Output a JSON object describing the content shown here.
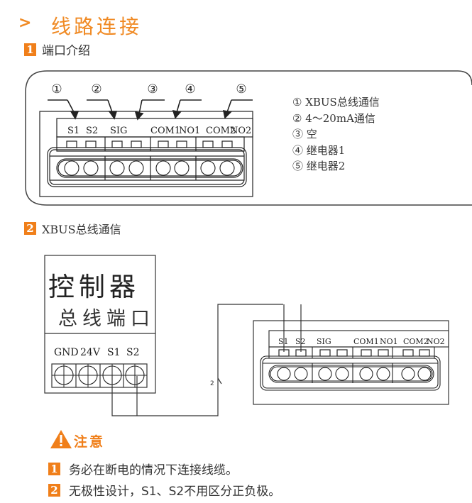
{
  "header": {
    "arrow_icon": "chevron-right-icon",
    "title": "线路连接"
  },
  "section1": {
    "number": "1",
    "title": "端口介绍",
    "callouts": [
      "①",
      "②",
      "③",
      "④",
      "⑤"
    ],
    "terminal_labels": [
      "S1",
      "S2",
      "SIG",
      "COM1",
      "NO1",
      "COM2",
      "NO2"
    ],
    "legend": [
      "① XBUS总线通信",
      "② 4～20mA通信",
      "③ 空",
      "④ 继电器1",
      "⑤ 继电器2"
    ]
  },
  "section2": {
    "number": "2",
    "title": "XBUS总线通信",
    "controller": {
      "line1": "控制器",
      "line2": "总线端口",
      "terminals": [
        "GND",
        "24V",
        "S1",
        "S2"
      ]
    },
    "wire_label": "2",
    "device_terminal_labels": [
      "S1",
      "S2",
      "SIG",
      "COM1",
      "NO1",
      "COM2",
      "NO2"
    ]
  },
  "notice": {
    "icon": "warning-icon",
    "title": "注意",
    "items": [
      {
        "number": "1",
        "text": "务必在断电的情况下连接线缆。"
      },
      {
        "number": "2",
        "text": "无极性设计，S1、S2不用区分正负极。"
      }
    ]
  },
  "colors": {
    "accent": "#f07f1a",
    "title": "#f08a24",
    "line": "#222222"
  }
}
